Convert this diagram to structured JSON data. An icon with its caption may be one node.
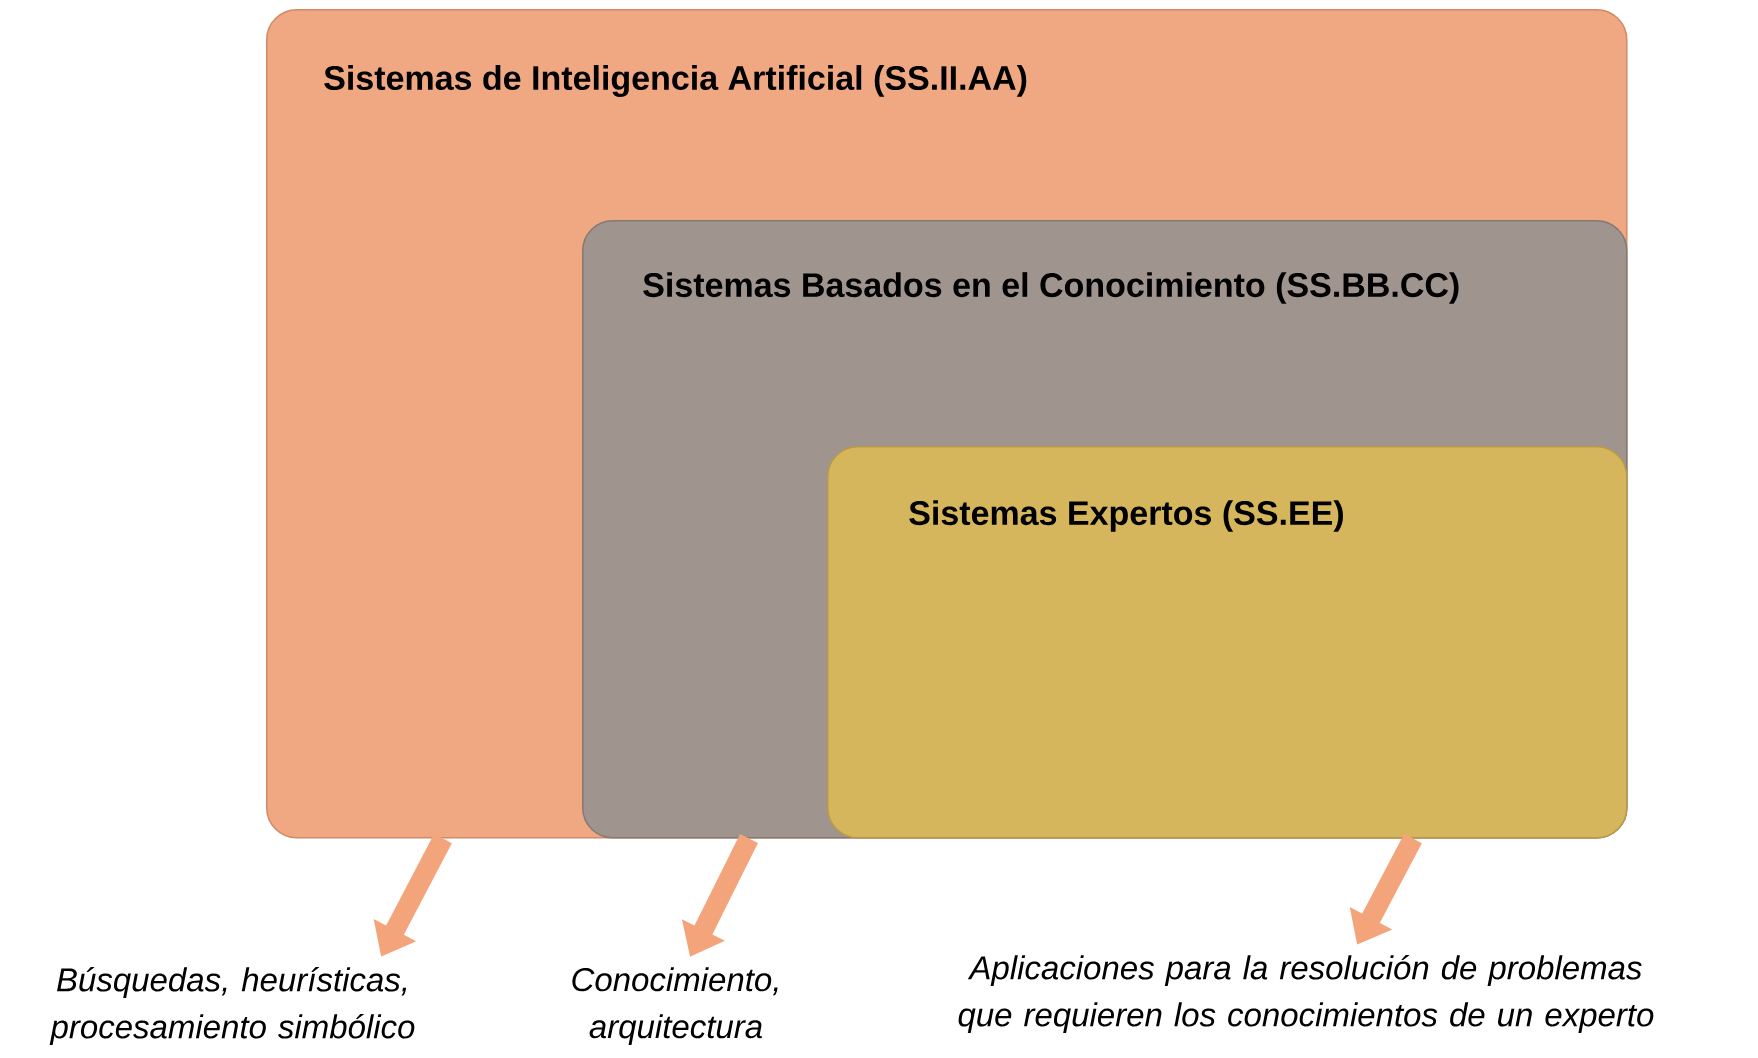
{
  "diagram": {
    "nodes": [
      {
        "text": [
          "Sistemas de Inteligencia Artificial (SS.II.AA)"
        ]
      },
      {
        "text": [
          "Sistemas Basados en el Conocimiento (SS.BB.CC)"
        ],
        "in": 0
      },
      {
        "text": [
          "Sistemas Expertos (SS.EE)"
        ],
        "in": 1
      },
      {
        "text": [
          "Búsquedas, heurísticas, procesamiento simbólico"
        ]
      },
      {
        "text": [
          "Conocimiento, arquitectura"
        ]
      },
      {
        "text": [
          "Aplicaciones para la resolución de problemas que requieren los conocimientos de un experto"
        ]
      }
    ],
    "edges": [
      {
        "from": 0,
        "to": 3,
        "arrow": "to"
      },
      {
        "from": 1,
        "to": 4,
        "arrow": "to"
      },
      {
        "from": 2,
        "to": 5,
        "arrow": "to"
      }
    ]
  }
}
